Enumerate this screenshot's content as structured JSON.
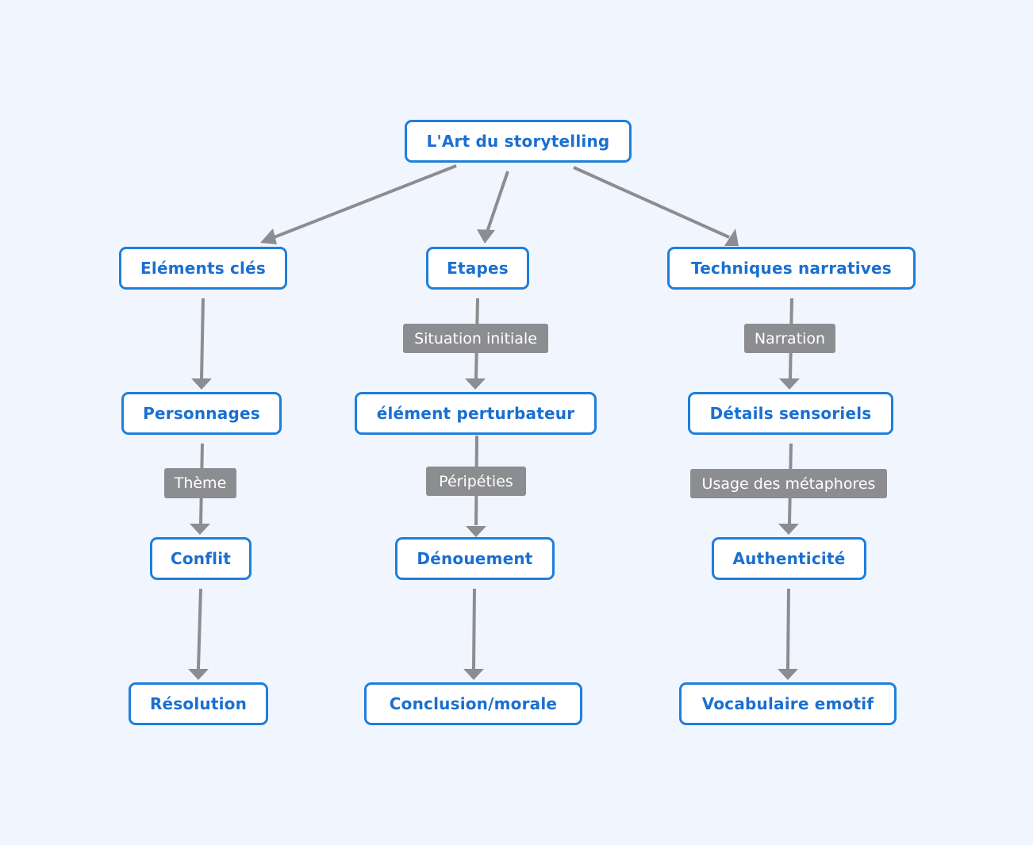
{
  "colors": {
    "background": "#f1f5fe",
    "node_border": "#1e7fdb",
    "node_text": "#1a6fd1",
    "node_fill": "#ffffff",
    "edge": "#8c8d91",
    "edge_label_fill": "#8c8d91",
    "edge_label_text": "#ffffff"
  },
  "nodes": {
    "root": "L'Art du storytelling",
    "elements_cles": "Eléments clés",
    "etapes": "Etapes",
    "techniques": "Techniques narratives",
    "personnages": "Personnages",
    "conflit": "Conflit",
    "resolution": "Résolution",
    "element_perturbateur": "élément perturbateur",
    "denouement": "Dénouement",
    "conclusion": "Conclusion/morale",
    "details_sensoriels": "Détails sensoriels",
    "authenticite": "Authenticité",
    "vocabulaire": "Vocabulaire emotif"
  },
  "edge_labels": {
    "situation_initiale": "Situation initiale",
    "theme": "Thème",
    "peripeties": "Péripéties",
    "narration": "Narration",
    "usage_metaphores": "Usage des métaphores"
  }
}
